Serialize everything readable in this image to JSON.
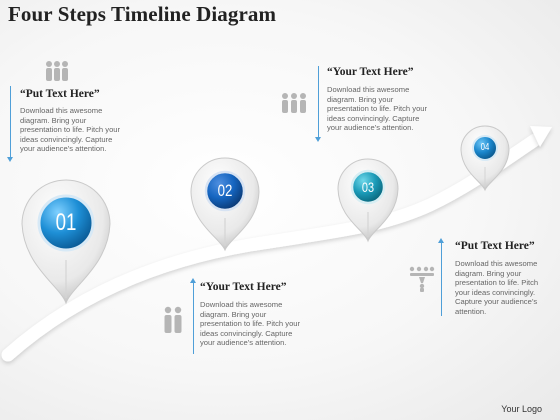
{
  "title": "Four Steps Timeline Diagram",
  "steps": [
    {
      "number": "01",
      "color": "#1e8fd6",
      "heading": "“Put Text Here”",
      "body": "Download this awesome diagram. Bring your presentation to life. Pitch your ideas convincingly. Capture your audience’s attention.",
      "icon": "people-group-icon"
    },
    {
      "number": "02",
      "color": "#1565c0",
      "heading": "“Your  Text Here”",
      "body": "Download this awesome diagram. Bring your presentation to life. Pitch your ideas convincingly. Capture your audience’s attention.",
      "icon": "two-people-icon"
    },
    {
      "number": "03",
      "color": "#1b9bb8",
      "heading": "“Your Text Here”",
      "body": "Download this awesome diagram. Bring your presentation to life. Pitch your ideas convincingly. Capture your audience’s attention.",
      "icon": "people-group-icon"
    },
    {
      "number": "04",
      "color": "#1a86cc",
      "heading": "“Put Text Here”",
      "body": "Download this awesome diagram. Bring your presentation to life. Pitch your ideas convincingly. Capture your audience’s attention.",
      "icon": "meeting-table-icon"
    }
  ],
  "logo": "Your Logo",
  "colors": {
    "accent_line": "#4f9fd8",
    "road": "#ffffff",
    "icon_gray": "#b5b5b5"
  }
}
